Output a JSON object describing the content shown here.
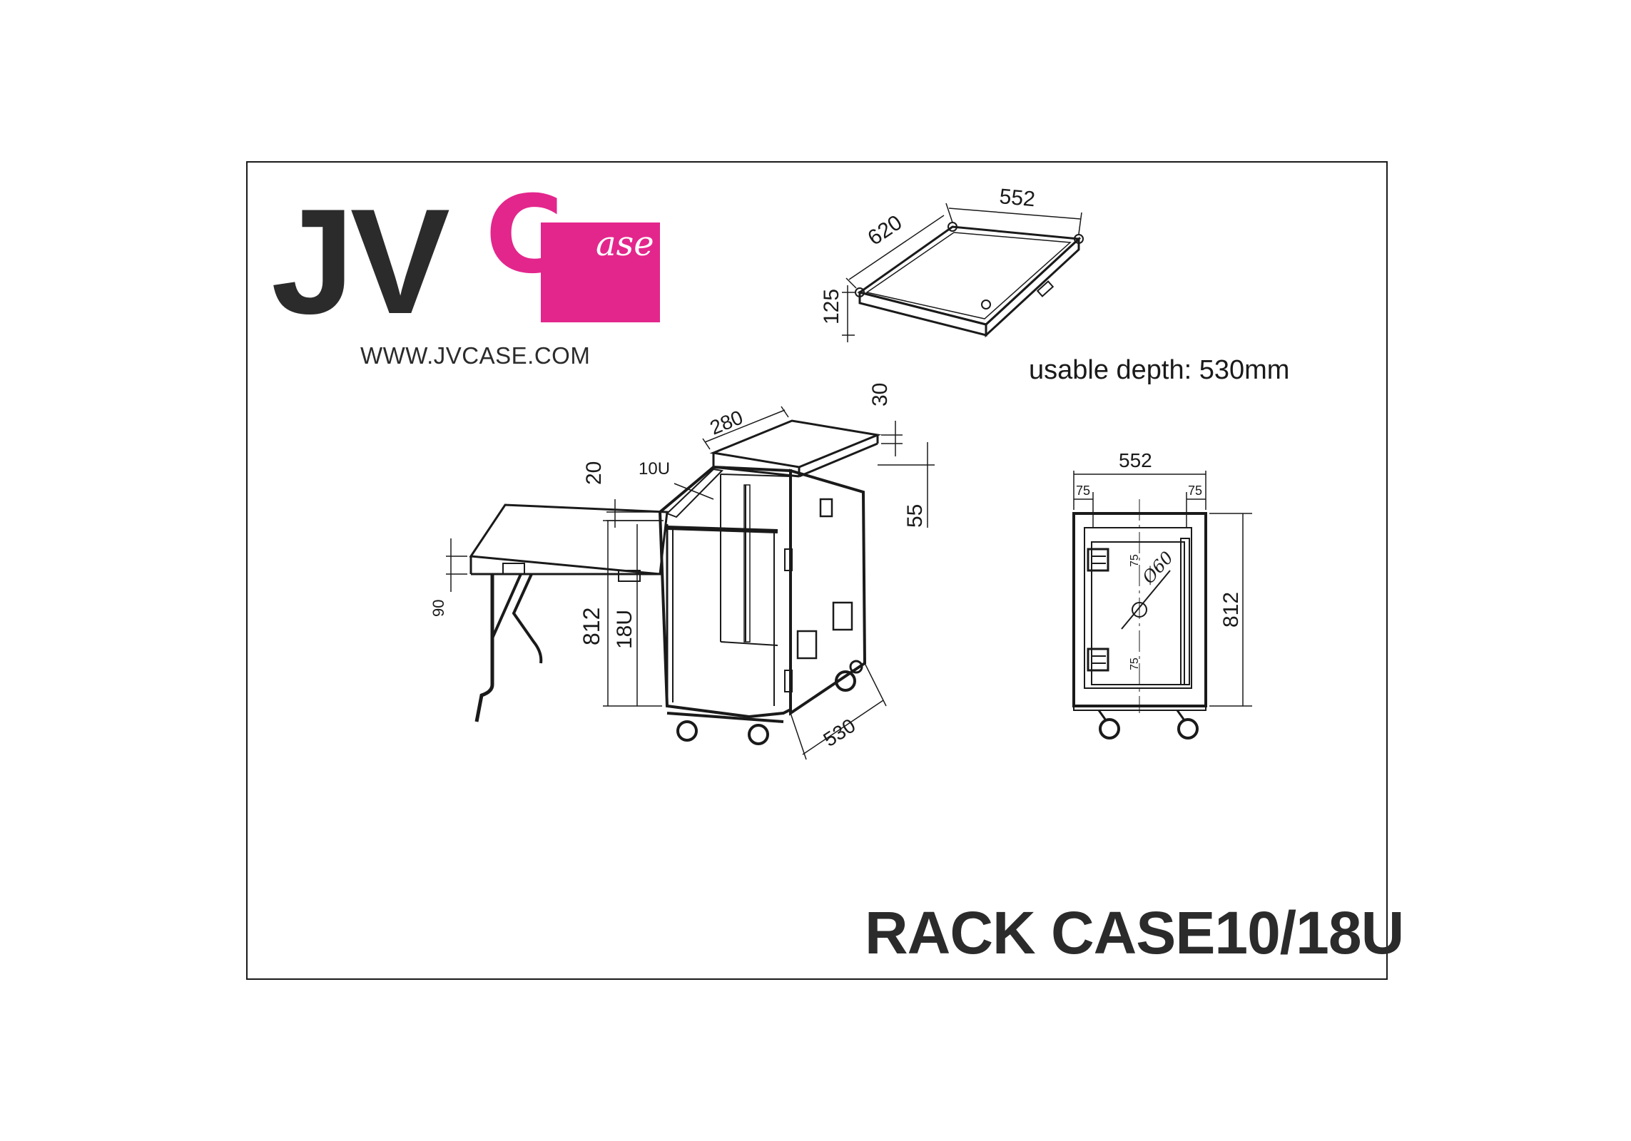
{
  "logo": {
    "letters": "JV",
    "c_letter": "C",
    "ase": "ase",
    "url": "WWW.JVCASE.COM",
    "brand_color": "#e3268c"
  },
  "note": "usable depth: 530mm",
  "title": "RACK CASE10/18U",
  "lid_drawing": {
    "width": "552",
    "depth": "620",
    "height": "125"
  },
  "side_drawing": {
    "top_depth": "280",
    "top_thickness": "30",
    "top_offset": "55",
    "upper_rack": "10U",
    "table_offset": "20",
    "table_thickness": "90",
    "height": "812",
    "lower_rack": "18U",
    "depth": "530"
  },
  "front_drawing": {
    "width": "552",
    "left_margin": "75",
    "right_margin": "75",
    "upper_offset": "75",
    "lower_offset": "75",
    "hole_diameter": "Ø60",
    "height": "812"
  }
}
